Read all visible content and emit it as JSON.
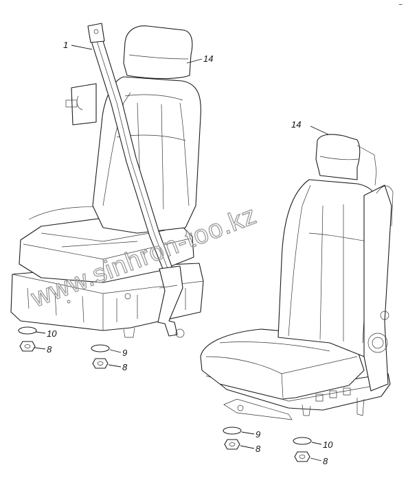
{
  "watermark": "www.sinhron-too.kz",
  "corner_mark": "~",
  "callouts": {
    "seatbelt": "1",
    "headrest_left": "14",
    "headrest_right": "14",
    "washer_left_a": "10",
    "nut_left_a": "8",
    "washer_left_b": "9",
    "nut_left_b": "8",
    "washer_right_a": "9",
    "nut_right_a": "8",
    "washer_right_b": "10",
    "nut_right_b": "8"
  }
}
